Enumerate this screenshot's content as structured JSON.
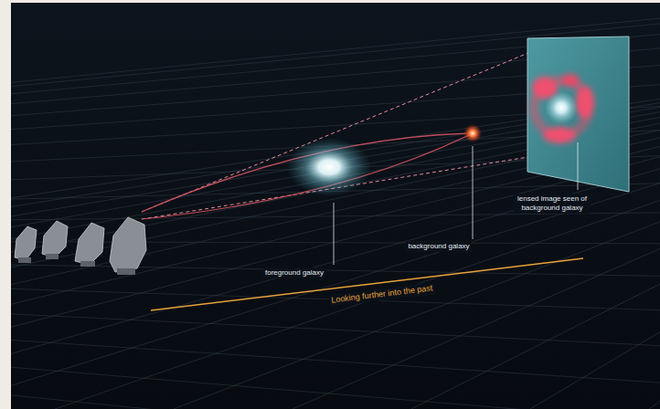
{
  "diagram": {
    "labels": [
      "lensed image seen of background galaxy",
      "background galaxy",
      "foreground galaxy",
      "Looking further into the past"
    ]
  }
}
